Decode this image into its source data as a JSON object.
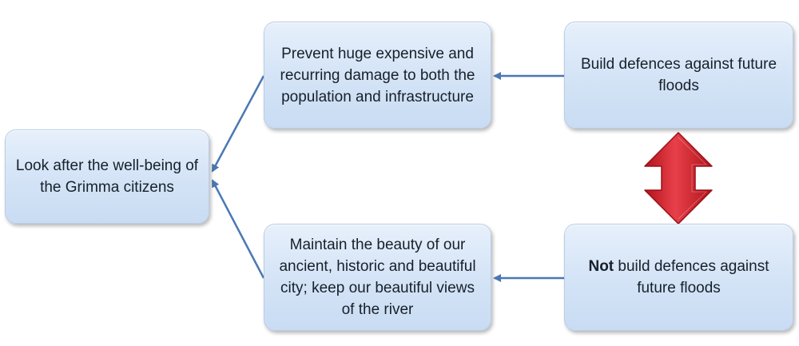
{
  "nodes": {
    "goal": {
      "text": "Look after the well-being of the Grimma citizens"
    },
    "benefit_build": {
      "text": "Prevent huge expensive and recurring damage to both the population and infrastructure"
    },
    "option_build": {
      "text": "Build defences against future floods"
    },
    "benefit_not_build": {
      "text": "Maintain the beauty of our ancient, historic and beautiful city; keep our beautiful views of the river"
    },
    "option_not_build": {
      "bold_prefix": "Not",
      "text": " build defences against future floods"
    }
  },
  "colors": {
    "box_fill": "#d6e5f7",
    "box_border": "#b9cde6",
    "connector": "#4a78b4",
    "conflict_arrow": "#d9242e"
  },
  "icons": {
    "conflict": "double-headed-vertical-arrow"
  }
}
